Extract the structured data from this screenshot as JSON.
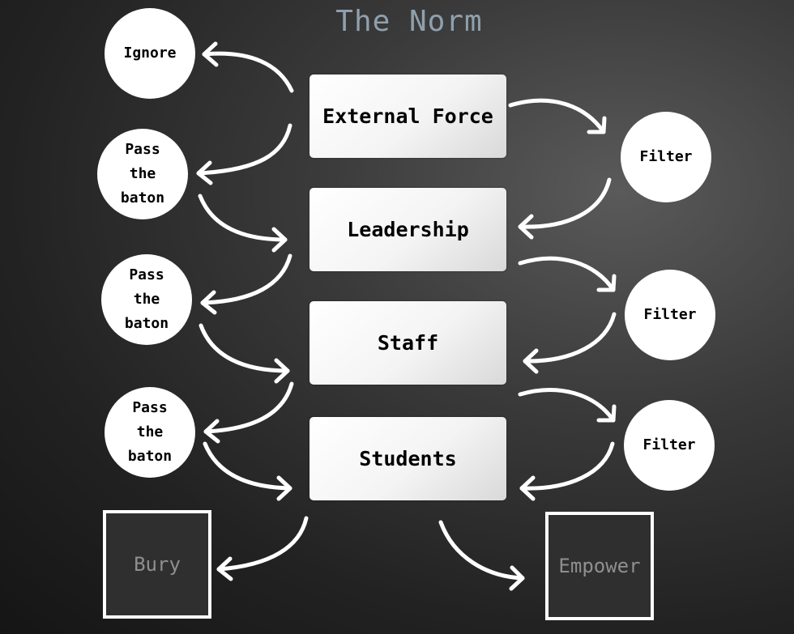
{
  "title": "The Norm",
  "flow": [
    {
      "label": "External Force"
    },
    {
      "label": "Leadership"
    },
    {
      "label": "Staff"
    },
    {
      "label": "Students"
    }
  ],
  "left_actions": [
    {
      "label": "Ignore"
    },
    {
      "label": "Pass\nthe\nbaton"
    },
    {
      "label": "Pass\nthe\nbaton"
    },
    {
      "label": "Pass\nthe\nbaton"
    }
  ],
  "right_actions": [
    {
      "label": "Filter"
    },
    {
      "label": "Filter"
    },
    {
      "label": "Filter"
    }
  ],
  "outcomes": {
    "left": "Bury",
    "right": "Empower"
  },
  "colors": {
    "background": "#2a2a2a",
    "title": "#8fa0ad",
    "box_fill": "#ffffff",
    "arrow": "#ffffff",
    "outcome_text": "#8f8f8f"
  }
}
